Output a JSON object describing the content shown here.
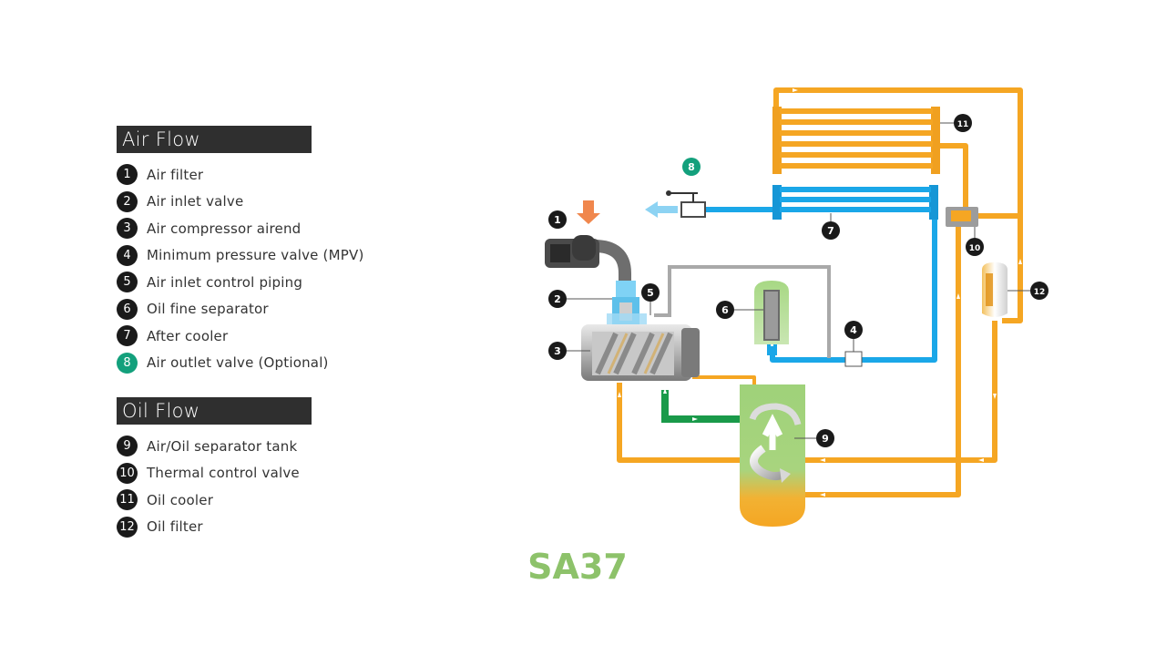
{
  "air_flow": {
    "title": "Air Flow",
    "items": [
      {
        "num": "1",
        "label": "Air filter"
      },
      {
        "num": "2",
        "label": "Air inlet valve"
      },
      {
        "num": "3",
        "label": "Air compressor airend"
      },
      {
        "num": "4",
        "label": "Minimum pressure valve (MPV)"
      },
      {
        "num": "5",
        "label": "Air inlet control piping"
      },
      {
        "num": "6",
        "label": "Oil fine separator"
      },
      {
        "num": "7",
        "label": "After cooler"
      },
      {
        "num": "8",
        "label": "Air outlet valve (Optional)"
      }
    ]
  },
  "oil_flow": {
    "title": "Oil Flow",
    "items": [
      {
        "num": "9",
        "label": "Air/Oil separator tank"
      },
      {
        "num": "10",
        "label": "Thermal control valve"
      },
      {
        "num": "11",
        "label": "Oil cooler"
      },
      {
        "num": "12",
        "label": "Oil filter"
      }
    ]
  },
  "model": "SA37",
  "colors": {
    "oil": "#f5a623",
    "air": "#1aa7e8",
    "green_pipe": "#1a9a4a",
    "control_pipe": "#a9a9a9",
    "accent": "#13a07c",
    "model_text": "#8dc26a",
    "header_bg": "#2f2f2f"
  },
  "callouts": [
    "1",
    "2",
    "3",
    "4",
    "5",
    "6",
    "7",
    "8",
    "9",
    "10",
    "11",
    "12"
  ]
}
